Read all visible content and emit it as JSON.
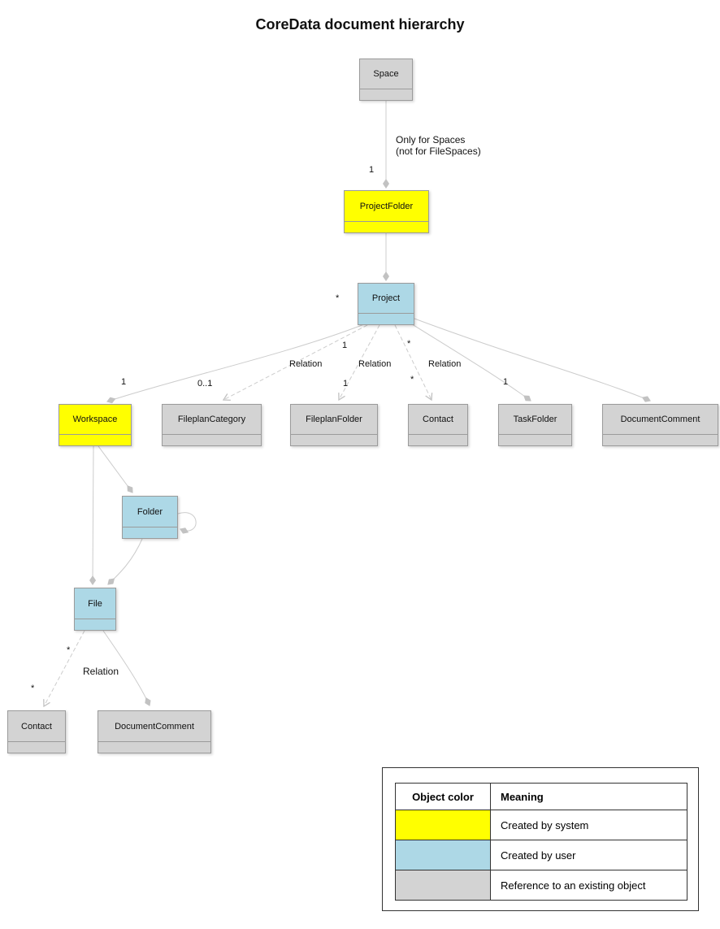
{
  "title": "CoreData document hierarchy",
  "colors": {
    "system": "#ffff00",
    "user": "#add8e6",
    "reference": "#d3d3d3"
  },
  "nodes": {
    "space": {
      "label": "Space"
    },
    "project_folder": {
      "label": "ProjectFolder"
    },
    "project": {
      "label": "Project"
    },
    "workspace": {
      "label": "Workspace"
    },
    "fileplan_category": {
      "label": "FileplanCategory"
    },
    "fileplan_folder": {
      "label": "FileplanFolder"
    },
    "contact": {
      "label": "Contact"
    },
    "task_folder": {
      "label": "TaskFolder"
    },
    "document_comment": {
      "label": "DocumentComment"
    },
    "folder": {
      "label": "Folder"
    },
    "file": {
      "label": "File"
    },
    "file_contact": {
      "label": "Contact"
    },
    "file_document_comment": {
      "label": "DocumentComment"
    }
  },
  "edge_labels": {
    "space_note_line1": "Only for Spaces",
    "space_note_line2": "(not for FileSpaces)",
    "space_projectfolder_mult": "1",
    "project_mult": "*",
    "fileplanfolder_source_mult": "1",
    "contact_source_mult": "*",
    "relation_fileplancategory": "Relation",
    "relation_fileplanfolder": "Relation",
    "relation_contact": "Relation",
    "workspace_mult": "1",
    "fileplancategory_mult": "0..1",
    "fileplanfolder_mult": "1",
    "contact_mult": "*",
    "taskfolder_mult": "1",
    "file_contact_source_mult": "*",
    "file_contact_relation": "Relation",
    "file_contact_mult": "*"
  },
  "legend": {
    "headers": {
      "color": "Object color",
      "meaning": "Meaning"
    },
    "rows": [
      {
        "color": "#ffff00",
        "meaning": "Created by system"
      },
      {
        "color": "#add8e6",
        "meaning": "Created by user"
      },
      {
        "color": "#d3d3d3",
        "meaning": "Reference to an existing object"
      }
    ]
  }
}
